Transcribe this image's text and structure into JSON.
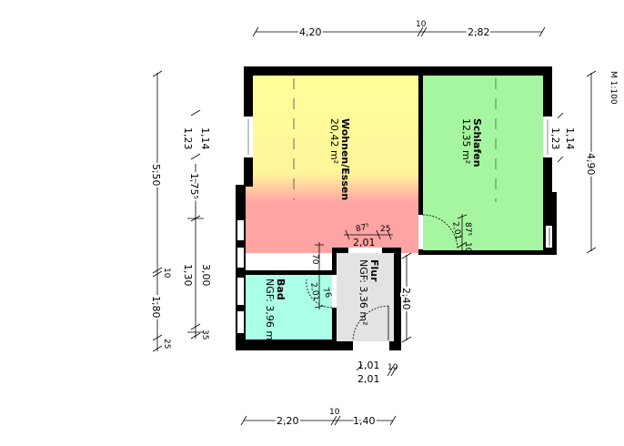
{
  "scale": "M 1:100",
  "colors": {
    "wohnen_top": "#ffff99",
    "wohnen_bottom": "#ffa3a3",
    "schlafen": "#a6f5a0",
    "bad": "#aaffe6",
    "flur": "#e3e3e3",
    "wall": "#000000"
  },
  "rooms": {
    "wohnen": {
      "name": "Wohnen/Essen",
      "area": "20,42 m²"
    },
    "schlafen": {
      "name": "Schlafen",
      "area": "12,35 m²"
    },
    "bad": {
      "name": "Bad",
      "area": "NGF: 3,96 m²"
    },
    "flur": {
      "name": "Flur",
      "area": "NGF: 3,36 m²"
    }
  },
  "dims_top": {
    "a": "4,20",
    "b": "10",
    "c": "2,82"
  },
  "dims_bottom": {
    "a": "2,20",
    "b": "10",
    "c": "1,40"
  },
  "dims_left_outer": {
    "total": "5,50",
    "a": "10",
    "b": "1,80",
    "c": "25"
  },
  "dims_left_inner": {
    "w1": "1,14",
    "w2": "1,23",
    "a": "1,75⁵",
    "b1": "3,00",
    "b2": "1,30",
    "c": "35"
  },
  "dims_right": {
    "total": "4,90",
    "w1": "1,14",
    "w2": "1,23"
  },
  "dims_flur": {
    "h": "2,40",
    "d1": "1,01",
    "d2": "2,01",
    "d3": "10"
  },
  "doors": {
    "wohnen": {
      "w": "87⁵",
      "s": "25",
      "h": "2,01"
    },
    "bad": {
      "a": "70",
      "b": "76",
      "h": "2,01"
    },
    "schlafen": {
      "w": "87⁵",
      "h": "2,01",
      "s": "10"
    }
  }
}
